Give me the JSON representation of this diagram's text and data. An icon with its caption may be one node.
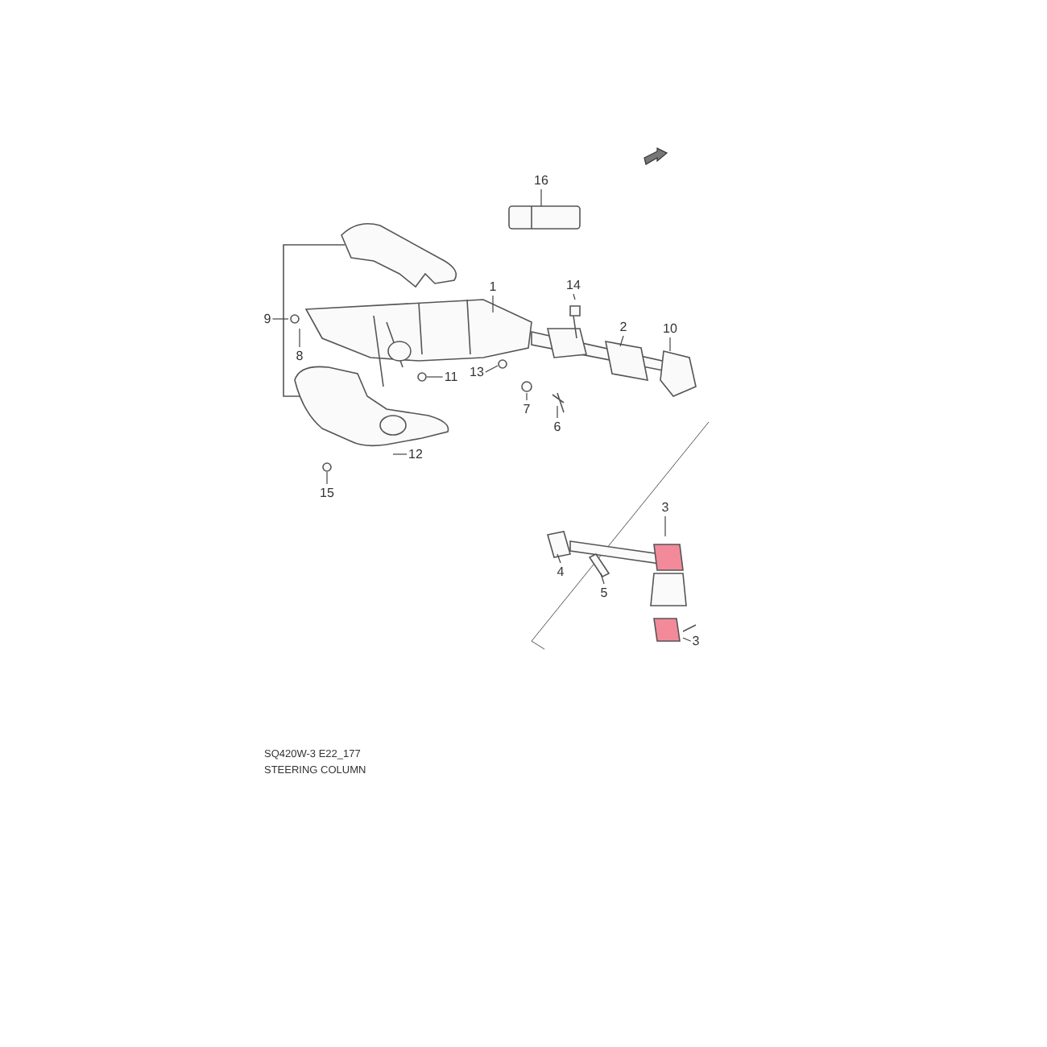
{
  "diagram": {
    "nodes": [
      {
        "text": [
          "16"
        ]
      },
      {
        "text": [
          "1"
        ]
      },
      {
        "text": [
          "14"
        ]
      },
      {
        "text": [
          "2"
        ]
      },
      {
        "text": [
          "10"
        ]
      },
      {
        "text": [
          "9"
        ]
      },
      {
        "text": [
          "8"
        ]
      },
      {
        "text": [
          "13"
        ]
      },
      {
        "text": [
          "11"
        ]
      },
      {
        "text": [
          "7"
        ]
      },
      {
        "text": [
          "6"
        ]
      },
      {
        "text": [
          "12"
        ]
      },
      {
        "text": [
          "15"
        ]
      },
      {
        "text": [
          "3"
        ]
      },
      {
        "text": [
          "4"
        ]
      },
      {
        "text": [
          "5"
        ]
      },
      {
        "text": [
          "3"
        ]
      }
    ],
    "edges": [
      {
        "from": 0,
        "to": null,
        "arrow": "none"
      },
      {
        "from": 1,
        "to": null,
        "arrow": "none"
      },
      {
        "from": 2,
        "to": null,
        "arrow": "none"
      },
      {
        "from": 3,
        "to": null,
        "arrow": "none"
      },
      {
        "from": 4,
        "to": null,
        "arrow": "none"
      },
      {
        "from": 5,
        "to": null,
        "arrow": "none"
      },
      {
        "from": 6,
        "to": null,
        "arrow": "none"
      },
      {
        "from": 7,
        "to": null,
        "arrow": "none"
      },
      {
        "from": 8,
        "to": null,
        "arrow": "none"
      },
      {
        "from": 9,
        "to": null,
        "arrow": "none"
      },
      {
        "from": 10,
        "to": null,
        "arrow": "none"
      },
      {
        "from": 11,
        "to": null,
        "arrow": "none"
      },
      {
        "from": 12,
        "to": null,
        "arrow": "none"
      },
      {
        "from": 13,
        "to": null,
        "arrow": "none"
      },
      {
        "from": 14,
        "to": null,
        "arrow": "none"
      },
      {
        "from": 15,
        "to": null,
        "arrow": "none"
      },
      {
        "from": 16,
        "to": null,
        "arrow": "none"
      }
    ],
    "labels": [
      "SQ420W-3 E22_177",
      "STEERING COLUMN"
    ]
  }
}
